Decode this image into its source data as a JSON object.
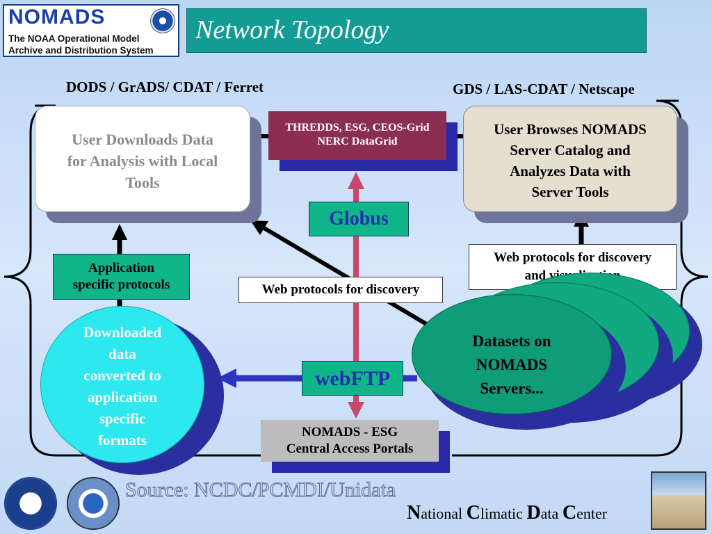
{
  "logo": {
    "title": "NOMADS",
    "line1": "The NOAA Operational Model",
    "line2": "Archive and Distribution System"
  },
  "page_title": "Network Topology",
  "headers": {
    "left": "DODS / GrADS/ CDAT / Ferret",
    "right": "GDS / LAS-CDAT / Netscape"
  },
  "nodes": {
    "user_downloads": [
      "User Downloads Data",
      "for Analysis with Local",
      "Tools"
    ],
    "user_browses": [
      "User Browses NOMADS",
      "Server Catalog and",
      "Analyzes Data with",
      "Server Tools"
    ],
    "thredds": [
      "THREDDS, ESG, CEOS-Grid",
      "NERC DataGrid"
    ],
    "globus": "Globus",
    "webftp": "webFTP",
    "app_protocols": [
      "Application",
      "specific protocols"
    ],
    "web_discovery": "Web protocols for discovery",
    "web_discovery_vis": [
      "Web protocols for discovery",
      "and visualization"
    ],
    "downloaded_data": [
      "Downloaded",
      "data",
      "converted to",
      "application",
      "specific",
      "formats"
    ],
    "datasets": [
      "Datasets on",
      "NOMADS",
      "Servers..."
    ],
    "central_portals": [
      "NOMADS - ESG",
      "Central Access Portals"
    ]
  },
  "footer": {
    "source": "Source: NCDC/PCMDI/Unidata",
    "ncdc": {
      "N": "N",
      "ational": "ational ",
      "C1": "C",
      "limatic": "limatic ",
      "D": "D",
      "ata": "ata ",
      "C2": "C",
      "enter": "enter"
    }
  },
  "colors": {
    "teal_banner": "#139c95",
    "green_box": "#11b58a",
    "maroon_box": "#8c2e52",
    "shadow_blue": "#2a2fa0",
    "arrow_pink": "#c8476b",
    "arrow_blue": "#2e33c0"
  }
}
